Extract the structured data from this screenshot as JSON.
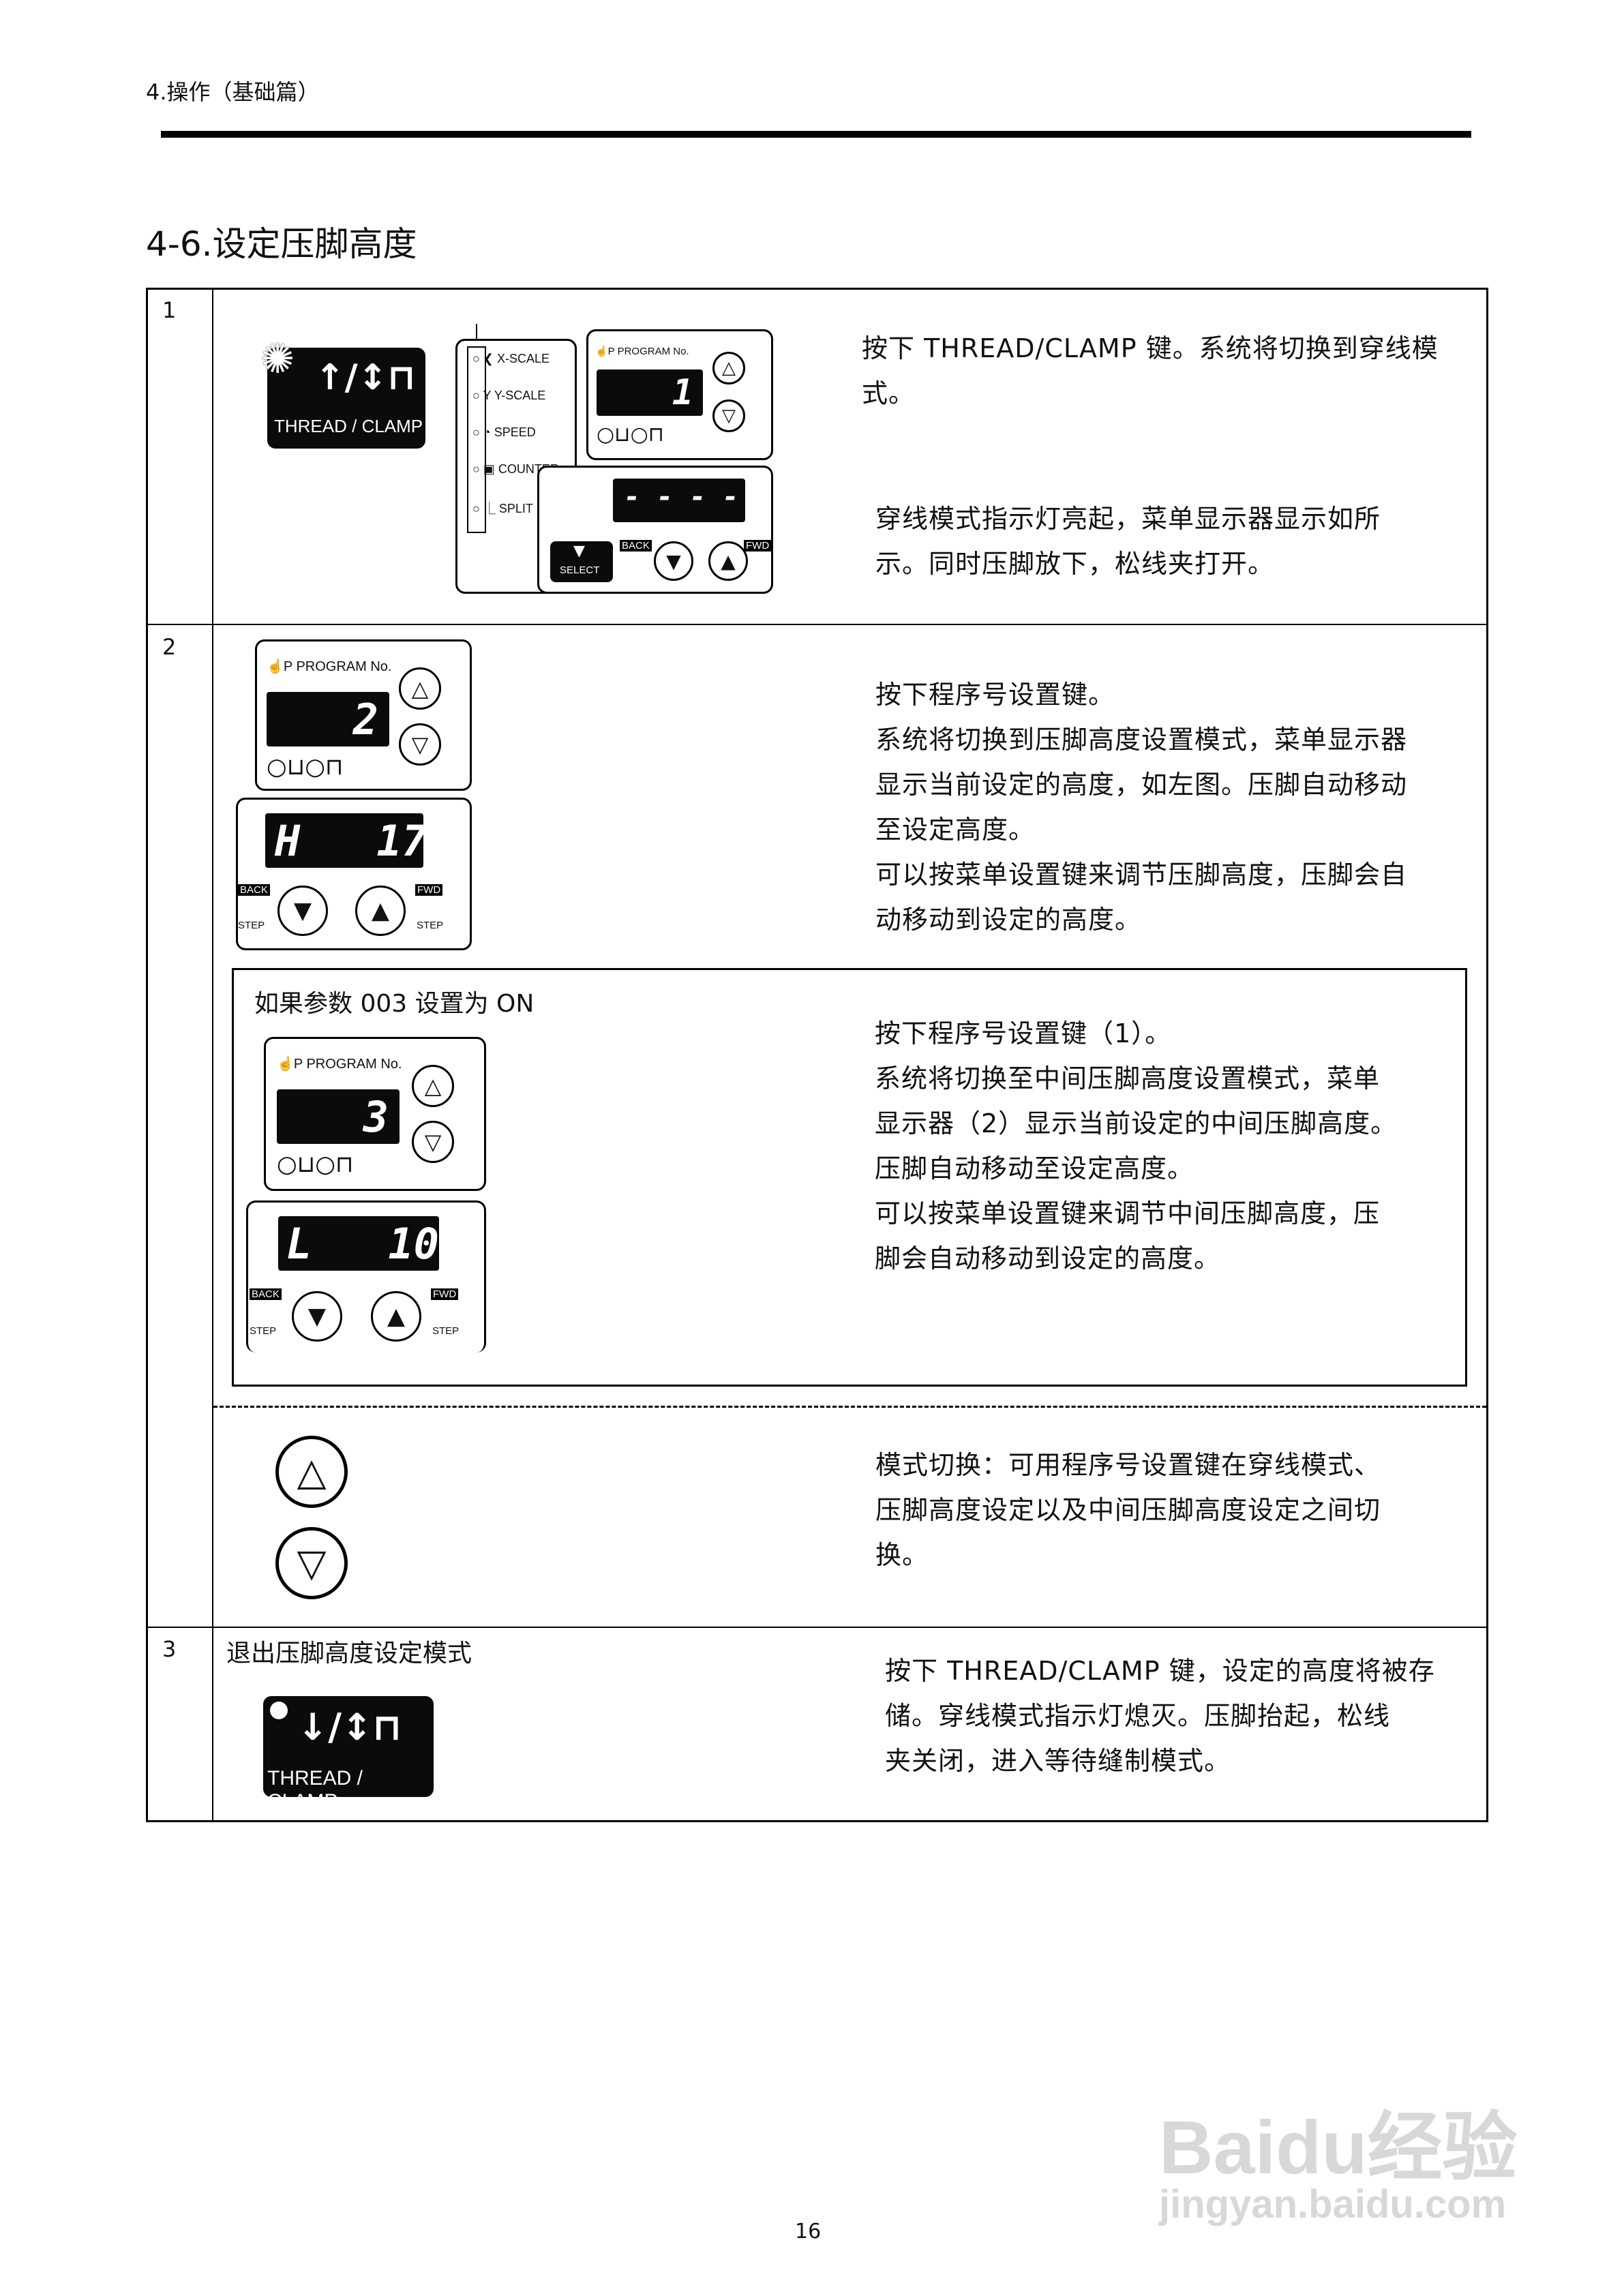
{
  "header": {
    "section": "4.操作（基础篇）"
  },
  "page_title": "4-6.设定压脚高度",
  "rows": [
    {
      "num": "1",
      "desc1": [
        "按下 THREAD/CLAMP 键。系统将切换到穿线模",
        "式。"
      ],
      "desc2": [
        "穿线模式指示灯亮起，菜单显示器显示如所",
        "示。同时压脚放下，松线夹打开。"
      ]
    },
    {
      "num": "2",
      "desc": [
        "按下程序号设置键。",
        "系统将切换到压脚高度设置模式，菜单显示器",
        "显示当前设定的高度，如左图。压脚自动移动",
        "至设定高度。",
        "可以按菜单设置键来调节压脚高度，压脚会自",
        "动移动到设定的高度。"
      ],
      "sub_caption": "如果参数 003 设置为 ON",
      "sub_desc": [
        "按下程序号设置键（1）。",
        "系统将切换至中间压脚高度设置模式，菜单",
        "显示器（2）显示当前设定的中间压脚高度。",
        "压脚自动移动至设定高度。",
        "可以按菜单设置键来调节中间压脚高度，压",
        "脚会自动移动到设定的高度。"
      ],
      "mode_desc": [
        "模式切换：可用程序号设置键在穿线模式、",
        "压脚高度设定以及中间压脚高度设定之间切",
        "换。"
      ]
    },
    {
      "num": "3",
      "caption": "退出压脚高度设定模式",
      "desc": [
        "按下 THREAD/CLAMP 键，设定的高度将被存",
        "储。穿线模式指示灯熄灭。压脚抬起，松线",
        "夹关闭，进入等待缝制模式。"
      ]
    }
  ],
  "panel": {
    "thread_clamp_label": "THREAD / CLAMP",
    "program_no_label": "PROGRAM No.",
    "menu_items": [
      "X-SCALE",
      "Y-SCALE",
      "SPEED",
      "COUNTER",
      "SPLIT No."
    ],
    "select_label": "SELECT",
    "back_label": "BACK",
    "fwd_label": "FWD",
    "step_label": "STEP",
    "display_row1": "1",
    "display_row1_menu": "- - - -",
    "display_row2_prog": "2",
    "display_row2_menu": "H   17",
    "display_sub_prog": "3",
    "display_sub_menu": "L   10"
  },
  "page_number": "16",
  "watermark": {
    "brand": "Baidu经验",
    "url": "jingyan.baidu.com"
  }
}
